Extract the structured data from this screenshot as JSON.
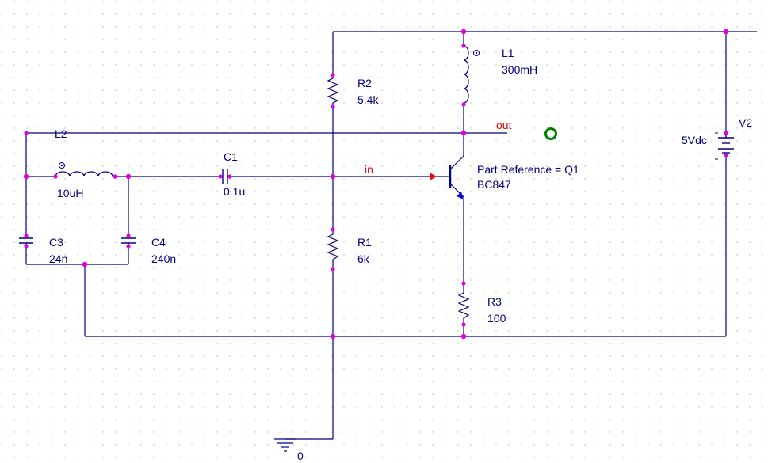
{
  "components": {
    "r2": {
      "ref": "R2",
      "value": "5.4k"
    },
    "r1": {
      "ref": "R1",
      "value": "6k"
    },
    "r3": {
      "ref": "R3",
      "value": "100"
    },
    "l1": {
      "ref": "L1",
      "value": "300mH"
    },
    "l2": {
      "ref": "L2",
      "value": "10uH"
    },
    "c1": {
      "ref": "C1",
      "value": "0.1u"
    },
    "c3": {
      "ref": "C3",
      "value": "24n"
    },
    "c4": {
      "ref": "C4",
      "value": "240n"
    },
    "v2": {
      "ref": "V2",
      "value": "5Vdc"
    },
    "q1": {
      "part_reference": "Part Reference = Q1",
      "model": "BC847"
    },
    "ground": {
      "label": "0"
    }
  },
  "nets": {
    "out": "out",
    "in": "in"
  },
  "colors": {
    "wire": "#000080",
    "node": "#e000e0",
    "component": "#000080",
    "net_label": "#d01010",
    "probe": "#008000",
    "grid_dot": "#b0b0b0",
    "pin": "#d00000"
  }
}
